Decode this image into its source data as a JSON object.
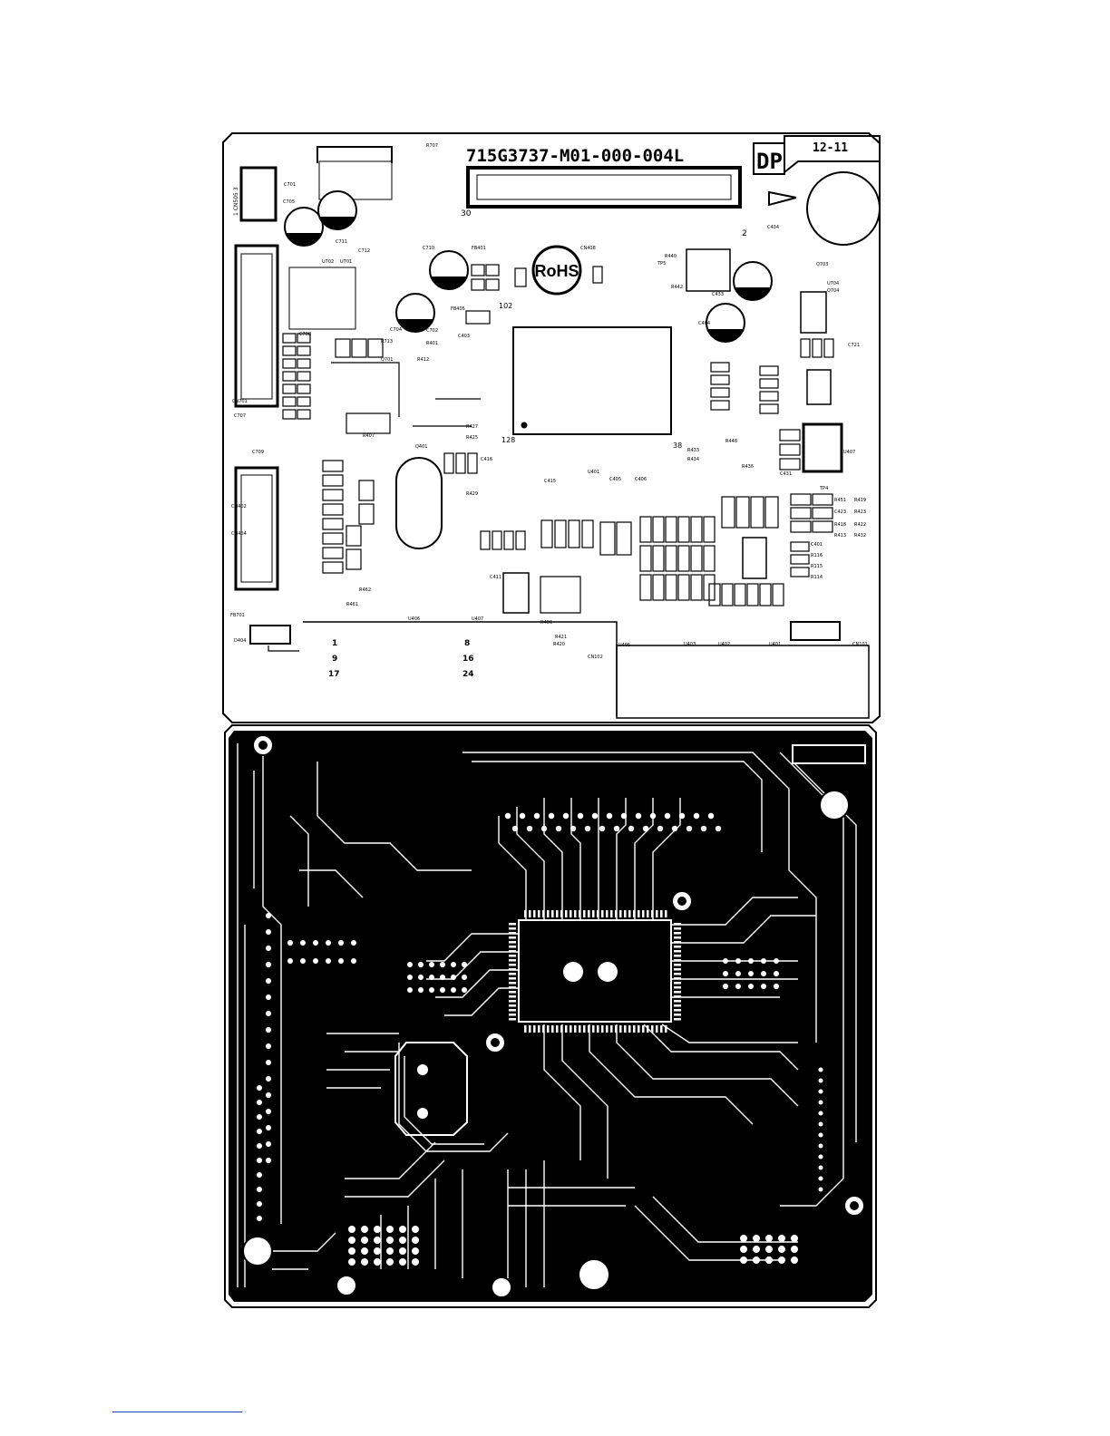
{
  "board": {
    "part_number": "715G3737-M01-000-004L",
    "logo": "DP",
    "revision": "12-11",
    "rohs": "RoHS",
    "pin_labels": {
      "conn_top_left": "30",
      "conn_top_right": "2",
      "conn_side_left": "1 CN505 3",
      "chip_left": "128",
      "chip_right": "38",
      "chip_mid": "102",
      "dsub": [
        "1",
        "9",
        "17",
        "8",
        "16",
        "24"
      ]
    },
    "designators": {
      "top_left": [
        "C701",
        "C705",
        "C711",
        "C712",
        "U702",
        "U701",
        "R707"
      ],
      "top_mid": [
        "CN408",
        "C710",
        "FB401",
        "C702",
        "C703",
        "C704",
        "FB405",
        "C403"
      ],
      "top_right": [
        "R440",
        "TP5",
        "C433",
        "C434",
        "C404",
        "R442",
        "U704",
        "C721",
        "Q703",
        "Q704"
      ],
      "mid_left": [
        "CN701",
        "C707",
        "C708",
        "R713",
        "C709",
        "Q701",
        "R401",
        "R412",
        "R407"
      ],
      "mid_center": [
        "R427",
        "R425",
        "Q401",
        "C415",
        "C416",
        "R429",
        "U401",
        "C405",
        "C406"
      ],
      "mid_right": [
        "R433",
        "R434",
        "R448",
        "R436",
        "C431",
        "U407",
        "TP4",
        "R451",
        "R419",
        "C423",
        "R423",
        "R418",
        "R422",
        "R413",
        "R432",
        "C401",
        "R116",
        "R115",
        "R114"
      ],
      "bottom_left": [
        "CN404",
        "CN402",
        "FB701",
        "D404",
        "R461",
        "R462",
        "U406"
      ],
      "bottom_mid": [
        "U407",
        "R421",
        "CN102",
        "R420",
        "R406",
        "U405",
        "C411"
      ],
      "bottom_right": [
        "U403",
        "U402",
        "U401",
        "CN101"
      ]
    }
  },
  "colors": {
    "copper": "#000000",
    "board": "#ffffff"
  }
}
